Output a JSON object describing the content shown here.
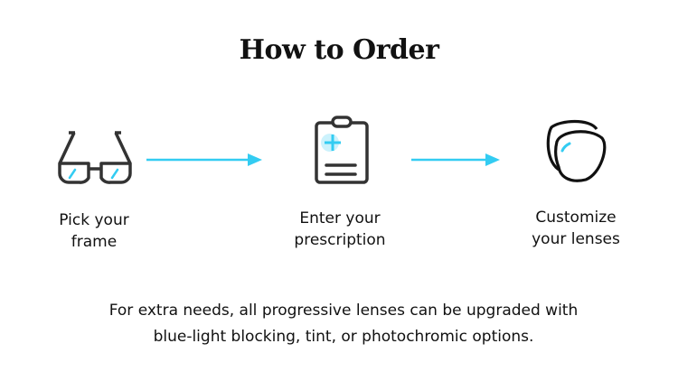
{
  "title": "How to Order",
  "steps": [
    {
      "icon": "glasses-icon",
      "line1": "Pick your",
      "line2": "frame"
    },
    {
      "icon": "clipboard-prescription-icon",
      "line1": "Enter your",
      "line2": "prescription"
    },
    {
      "icon": "lenses-icon",
      "line1": "Customize",
      "line2": "your lenses"
    }
  ],
  "note": {
    "line1": "For extra needs, all progressive lenses can be upgraded with",
    "line2": "blue-light blocking, tint, or photochromic options."
  },
  "colors": {
    "accent": "#33ccf2",
    "icon": "#333333"
  }
}
